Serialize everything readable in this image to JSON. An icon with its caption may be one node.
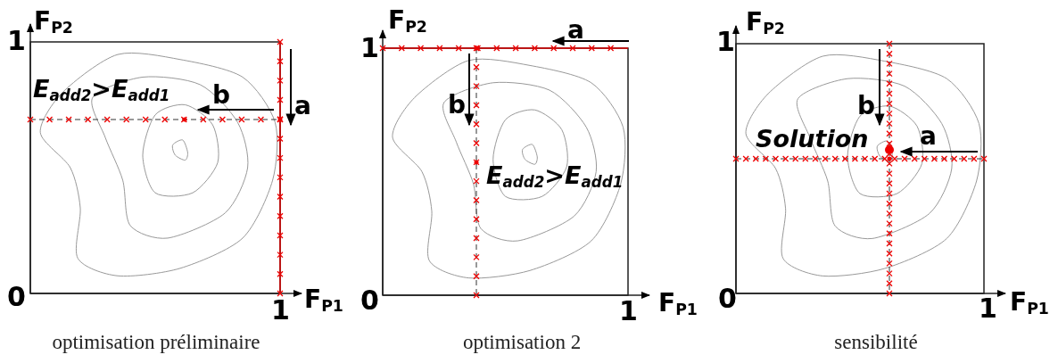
{
  "diagram": {
    "labels": [
      "F$_{P2}$",
      "1",
      "E$_{add2}$>E$_{add1}$",
      "b",
      "a",
      "0",
      "1",
      "F$_{P1}$",
      "optimisation préliminaire",
      "F$_{P2}$",
      "a",
      "1",
      "b",
      "E$_{add2}$>E$_{add1}$",
      "0",
      "1",
      "F$_{P1}$",
      "optimisation 2",
      "F$_{P2}$",
      "1",
      "b",
      "Solution",
      "a",
      "0",
      "1",
      "F$_{P1}$",
      "sensibilité"
    ]
  }
}
